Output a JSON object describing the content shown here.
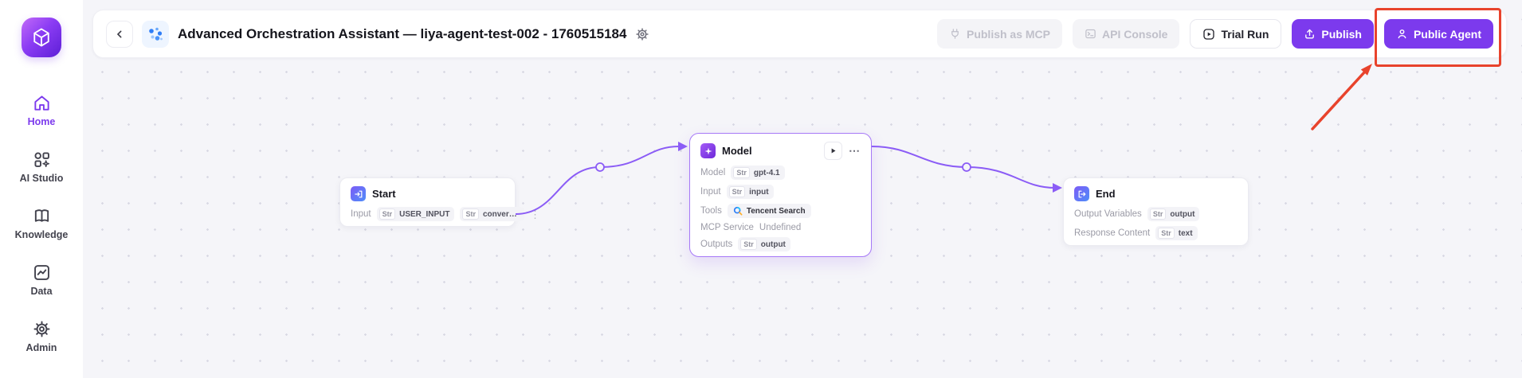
{
  "colors": {
    "accent": "#7c3aed",
    "connector": "#8b5cf6",
    "annotation_red": "#e8432c"
  },
  "sidebar": {
    "items": [
      {
        "label": "Home",
        "icon": "home-icon",
        "active": true
      },
      {
        "label": "AI Studio",
        "icon": "ai-studio-icon",
        "active": false
      },
      {
        "label": "Knowledge",
        "icon": "knowledge-icon",
        "active": false
      },
      {
        "label": "Data",
        "icon": "data-icon",
        "active": false
      },
      {
        "label": "Admin",
        "icon": "admin-icon",
        "active": false
      }
    ]
  },
  "header": {
    "title": "Advanced Orchestration Assistant — liya-agent-test-002 - 1760515184",
    "publish_mcp": "Publish as MCP",
    "api_console": "API Console",
    "trial_run": "Trial Run",
    "publish": "Publish",
    "public_agent": "Public Agent"
  },
  "nodes": {
    "start": {
      "title": "Start",
      "input_label": "Input",
      "chips": [
        {
          "type": "Str",
          "value": "USER_INPUT"
        },
        {
          "type": "Str",
          "value": "convers..."
        }
      ]
    },
    "model": {
      "title": "Model",
      "rows": [
        {
          "label": "Model",
          "chip": {
            "type": "Str",
            "value": "gpt-4.1"
          }
        },
        {
          "label": "Input",
          "chip": {
            "type": "Str",
            "value": "input"
          }
        },
        {
          "label": "Tools",
          "tool": {
            "name": "Tencent Search"
          }
        },
        {
          "label": "MCP Service",
          "text": "Undefined"
        },
        {
          "label": "Outputs",
          "chip": {
            "type": "Str",
            "value": "output"
          }
        }
      ]
    },
    "end": {
      "title": "End",
      "rows": [
        {
          "label": "Output Variables",
          "chip": {
            "type": "Str",
            "value": "output"
          }
        },
        {
          "label": "Response Content",
          "chip": {
            "type": "Str",
            "value": "text"
          }
        }
      ]
    }
  }
}
